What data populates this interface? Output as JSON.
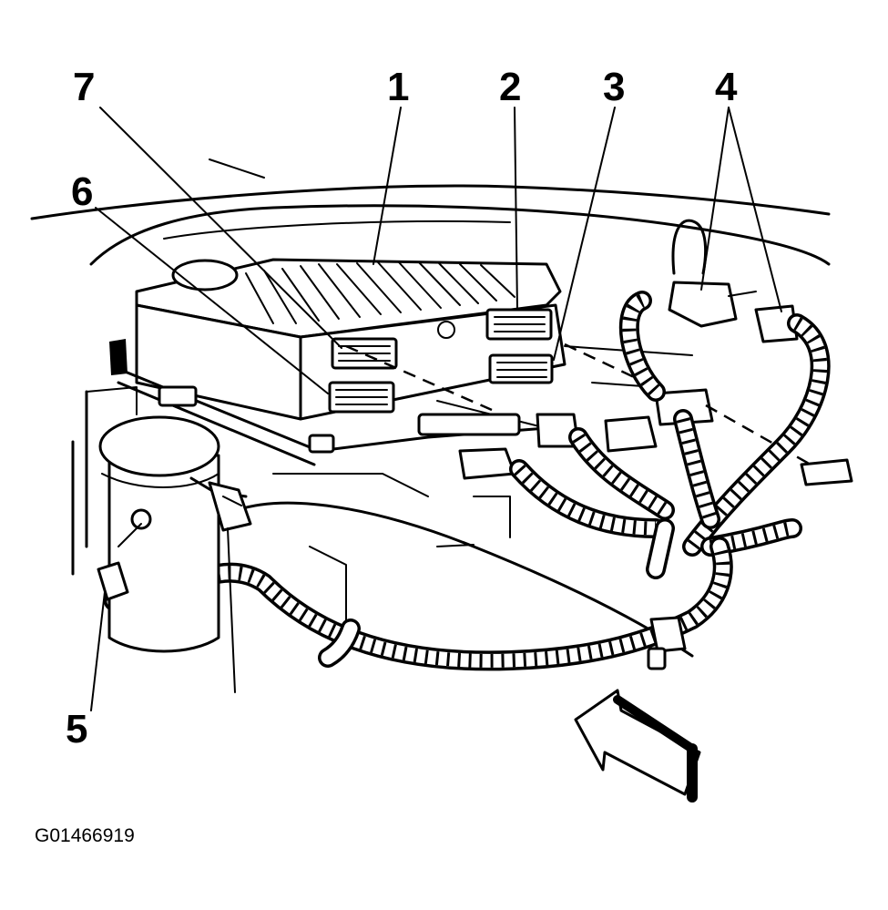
{
  "figure": {
    "id_label": "G01466919",
    "callouts": [
      {
        "key": "c1",
        "text": "1"
      },
      {
        "key": "c2",
        "text": "2"
      },
      {
        "key": "c3",
        "text": "3"
      },
      {
        "key": "c4",
        "text": "4"
      },
      {
        "key": "c5",
        "text": "5"
      },
      {
        "key": "c6",
        "text": "6"
      },
      {
        "key": "c7",
        "text": "7"
      }
    ]
  }
}
